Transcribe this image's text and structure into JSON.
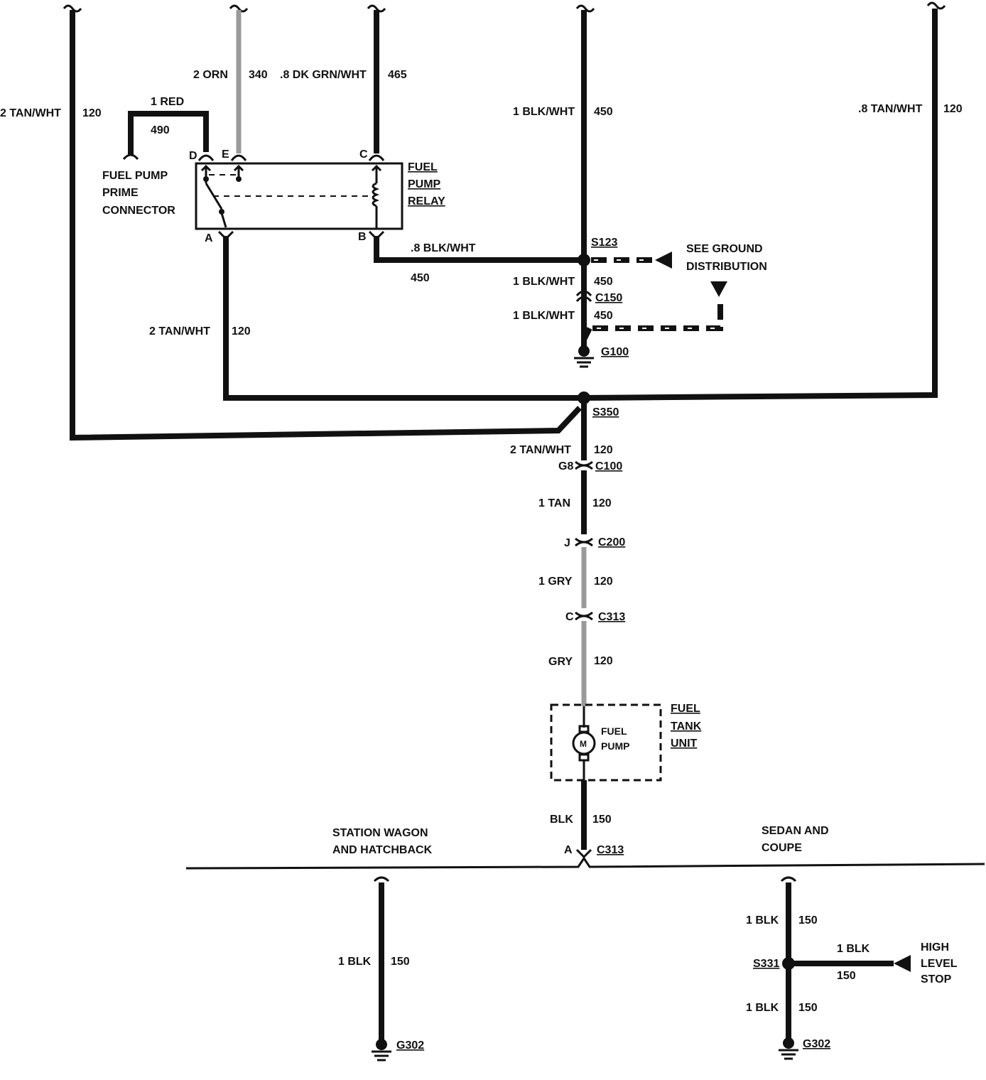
{
  "top_wires": {
    "left_color": "2 TAN/WHT",
    "left_num": "120",
    "orn_color": "2 ORN",
    "orn_num": "340",
    "grn_color": ".8 DK GRN/WHT",
    "grn_num": "465",
    "blk_color": "1 BLK/WHT",
    "blk_num": "450",
    "right_color": ".8 TAN/WHT",
    "right_num": "120"
  },
  "prime_connector": {
    "wire_color": "1 RED",
    "wire_num": "490",
    "label_line1": "FUEL PUMP",
    "label_line2": "PRIME",
    "label_line3": "CONNECTOR"
  },
  "relay": {
    "pin_d": "D",
    "pin_e": "E",
    "pin_c": "C",
    "pin_a": "A",
    "pin_b": "B",
    "label_line1": "FUEL",
    "label_line2": "PUMP",
    "label_line3": "RELAY"
  },
  "relay_ground_wire": {
    "color": ".8 BLK/WHT",
    "num": "450"
  },
  "splice_s123": "S123",
  "ground_distribution": {
    "line1": "SEE GROUND",
    "line2": "DISTRIBUTION"
  },
  "c150_upper": {
    "color": "1 BLK/WHT",
    "num": "450"
  },
  "c150_label": "C150",
  "c150_lower": {
    "color": "1 BLK/WHT",
    "num": "450"
  },
  "g100_label": "G100",
  "relay_out_wire": {
    "color": "2 TAN/WHT",
    "num": "120"
  },
  "splice_s350": "S350",
  "s350_out": {
    "color": "2 TAN/WHT",
    "num": "120"
  },
  "c100": {
    "pin": "G8",
    "label": "C100"
  },
  "tan_wire": {
    "color": "1 TAN",
    "num": "120"
  },
  "c200": {
    "pin": "J",
    "label": "C200"
  },
  "gry_wire_1": {
    "color": "1 GRY",
    "num": "120"
  },
  "c313_upper": {
    "pin": "C",
    "label": "C313"
  },
  "gry_wire_2": {
    "color": "GRY",
    "num": "120"
  },
  "fuel_tank_unit": {
    "pump_line1": "FUEL",
    "pump_line2": "PUMP",
    "motor_symbol": "M",
    "unit_line1": "FUEL",
    "unit_line2": "TANK",
    "unit_line3": "UNIT"
  },
  "pump_ground_wire": {
    "color": "BLK",
    "num": "150"
  },
  "c313_lower": {
    "pin": "A",
    "label": "C313"
  },
  "station_wagon": {
    "label_line1": "STATION WAGON",
    "label_line2": "AND HATCHBACK",
    "wire_color": "1 BLK",
    "wire_num": "150",
    "ground": "G302"
  },
  "sedan": {
    "label_line1": "SEDAN AND",
    "label_line2": "COUPE",
    "upper_color": "1 BLK",
    "upper_num": "150",
    "splice": "S331",
    "lower_color": "1 BLK",
    "lower_num": "150",
    "ground": "G302",
    "branch_color": "1 BLK",
    "branch_num": "150",
    "hls_line1": "HIGH",
    "hls_line2": "LEVEL",
    "hls_line3": "STOP"
  }
}
